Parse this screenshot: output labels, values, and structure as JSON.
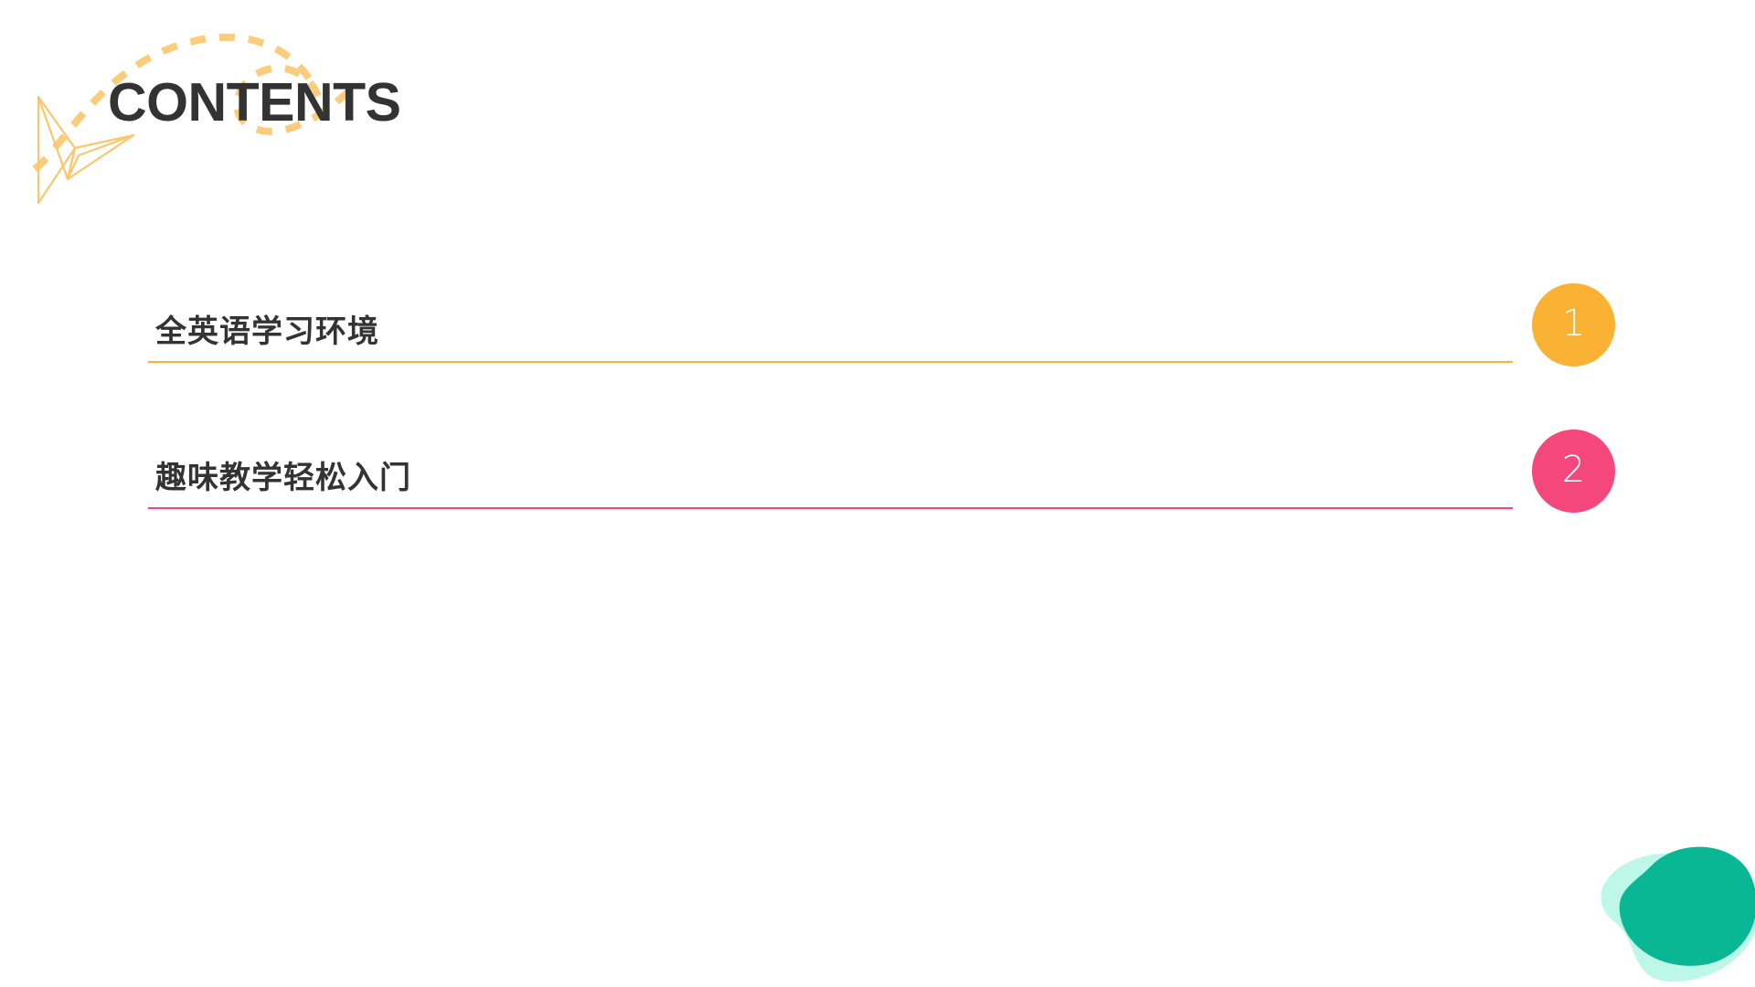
{
  "slide": {
    "background_color": "#ffffff",
    "title": "CONTENTS",
    "title_color": "#333333"
  },
  "decor": {
    "plane_icon": "paper-plane-icon",
    "plane_color": "#fac76f",
    "trail_icon": "dashed-flight-path-icon",
    "trail_color": "#fbcc7c",
    "blob_solid_color": "#0ab795",
    "blob_soft_color": "#bdf7e8"
  },
  "contents": {
    "items": [
      {
        "label": "全英语学习环境",
        "number": "1",
        "accent_color": "#f9b233",
        "rule_color": "#f9b233",
        "badge_color": "#f9b233"
      },
      {
        "label": "趣味教学轻松入门",
        "number": "2",
        "accent_color": "#f4487c",
        "rule_color": "#f4487c",
        "badge_color": "#f4487c"
      }
    ]
  }
}
